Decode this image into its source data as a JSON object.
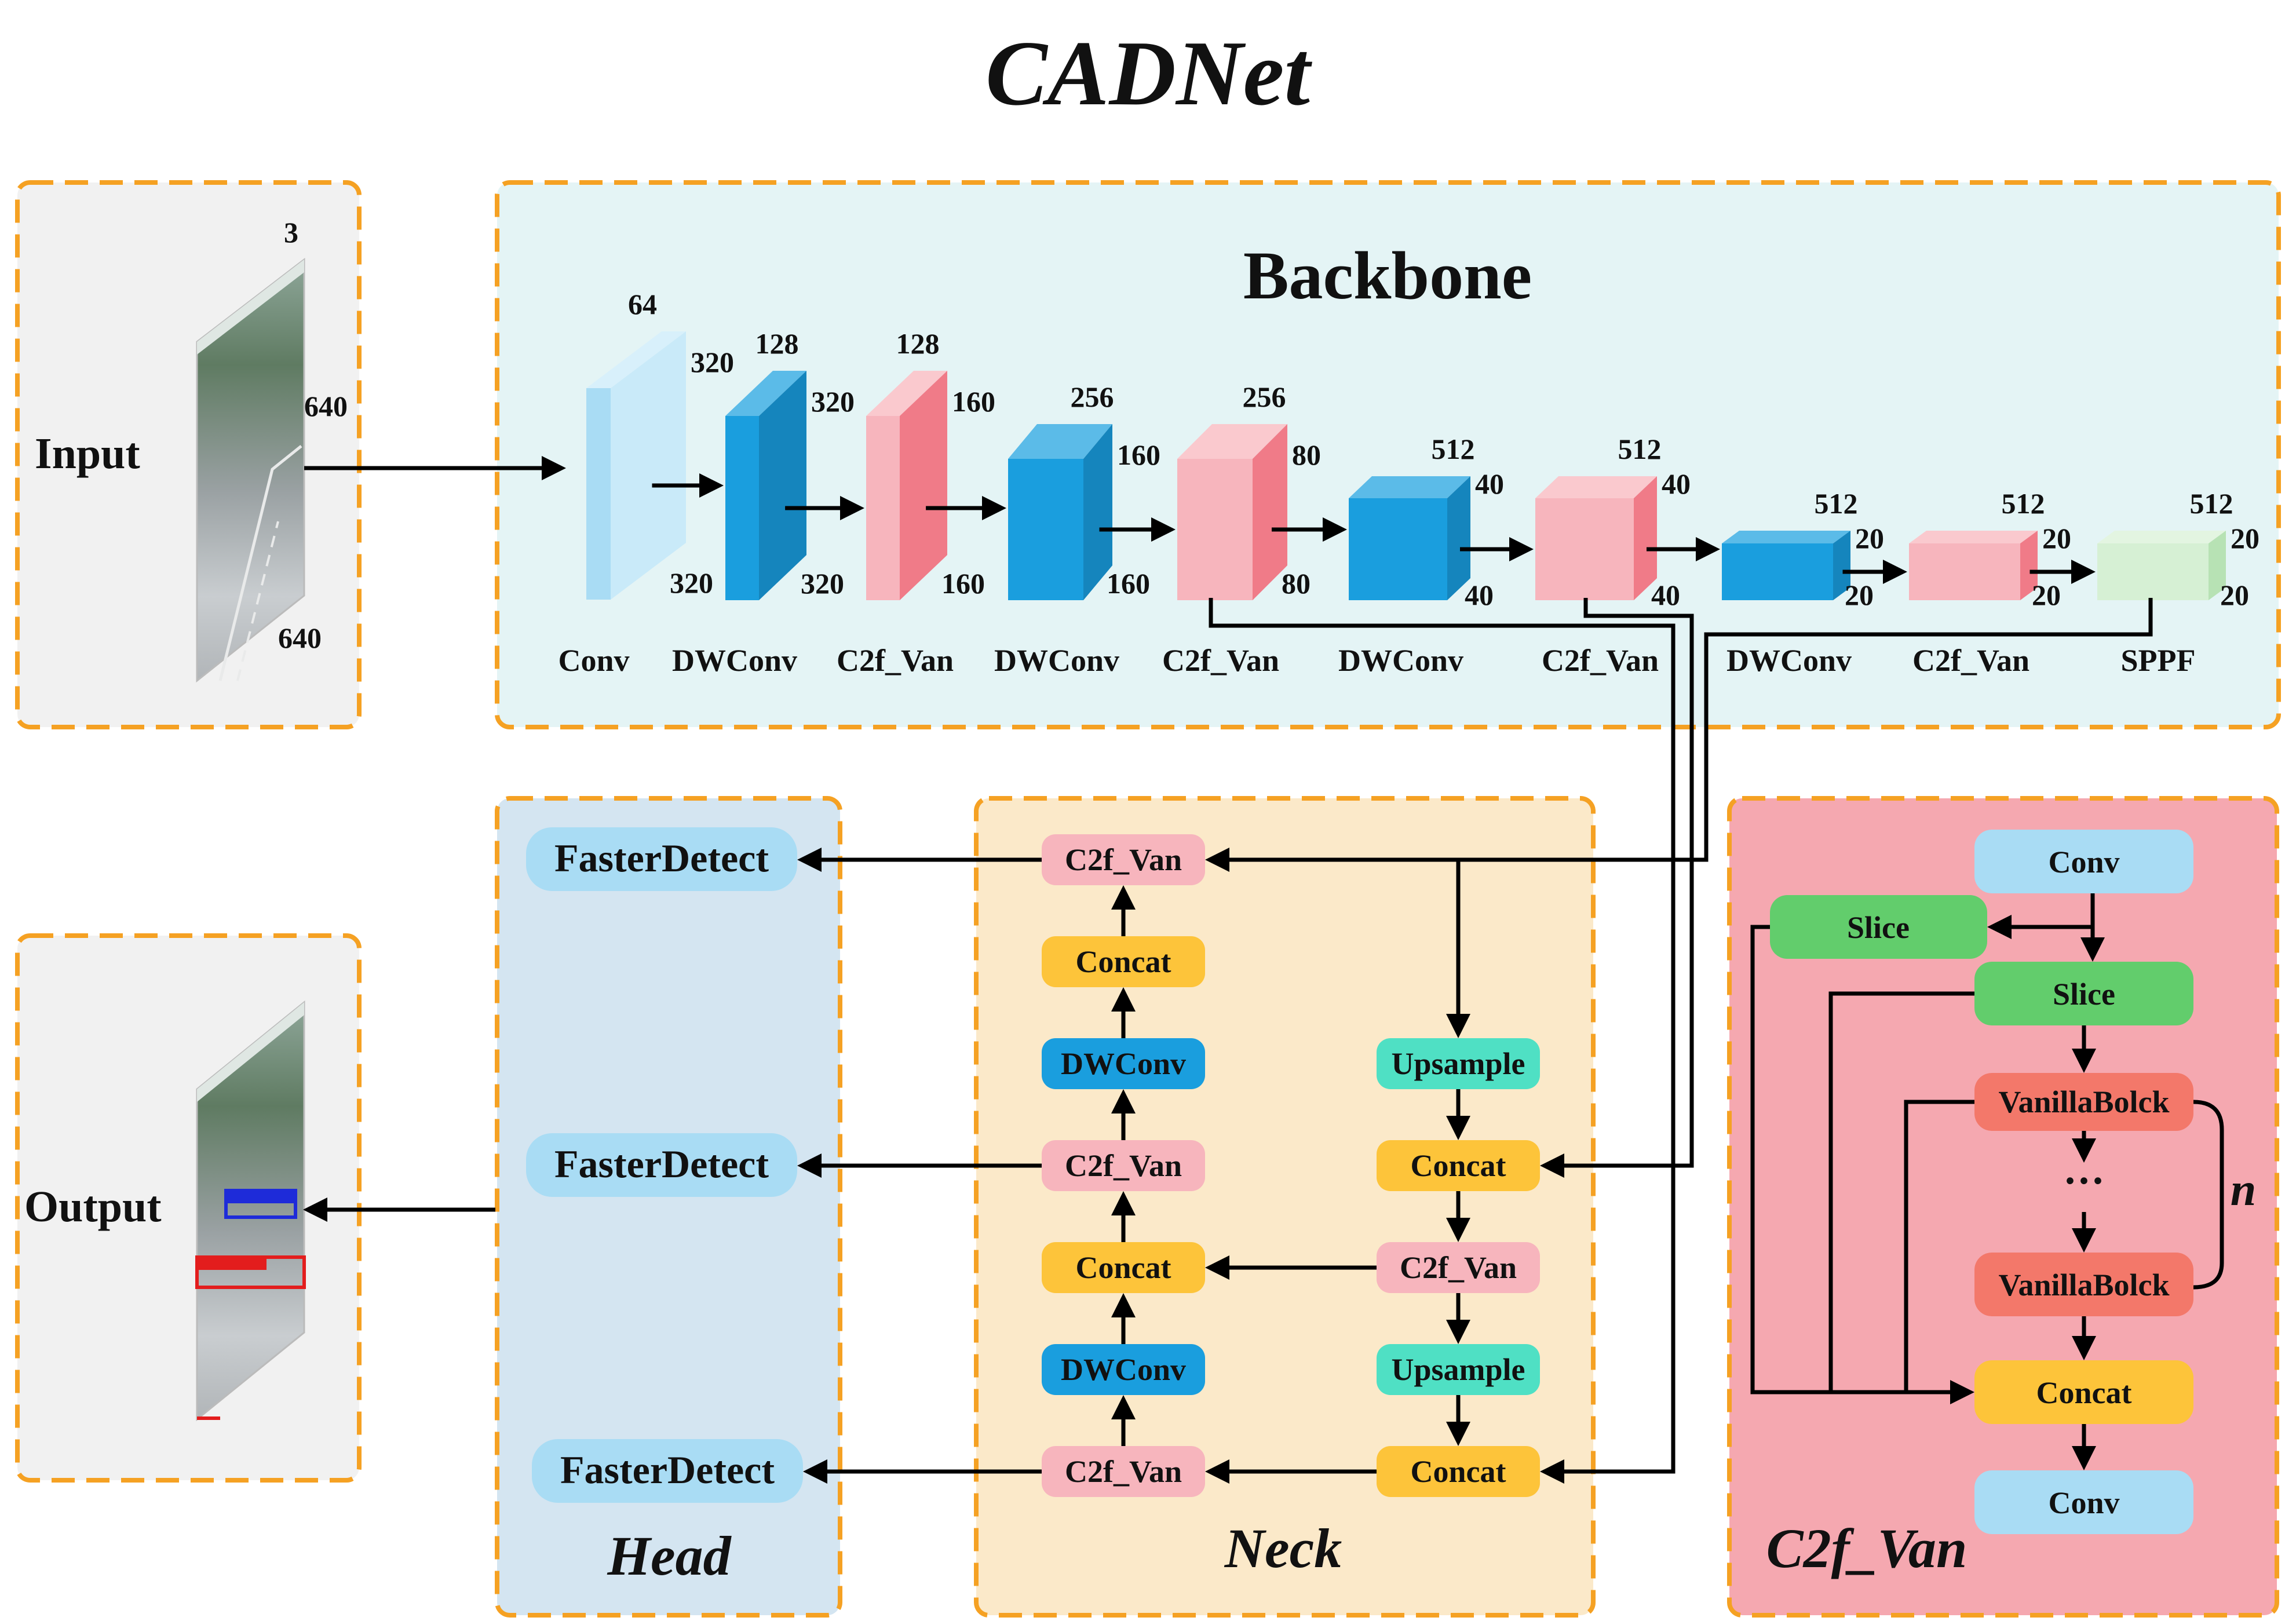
{
  "title": "CADNet",
  "colors": {
    "panel_border": "#f5a123",
    "input_bg": "#f1f1f1",
    "backbone_bg": "#e4f4f5",
    "head_bg": "#d4e5f1",
    "neck_bg": "#fbe9c9",
    "c2f_bg": "#f5a8b0",
    "conv_light_blue": "#a9dcf4",
    "dwconv_blue": "#1a9ede",
    "c2f_pink": "#f7b5bd",
    "concat_orange": "#fdc43a",
    "upsample_teal": "#4fe0c4",
    "slice_green": "#62cd6c",
    "vanilla_red": "#f3786a",
    "sppf_green": "#d6f0d4"
  },
  "input": {
    "title": "Input",
    "dims": [
      "3",
      "640",
      "640"
    ]
  },
  "output": {
    "title": "Output"
  },
  "backbone": {
    "title": "Backbone",
    "blocks": [
      {
        "label": "Conv",
        "channels": "64",
        "size_a": "320",
        "size_b": "320"
      },
      {
        "label": "DWConv",
        "channels": "128",
        "size_a": "320",
        "size_b": "320"
      },
      {
        "label": "C2f_Van",
        "channels": "128",
        "size_a": "160",
        "size_b": "160"
      },
      {
        "label": "DWConv",
        "channels": "256",
        "size_a": "160",
        "size_b": "160"
      },
      {
        "label": "C2f_Van",
        "channels": "256",
        "size_a": "80",
        "size_b": "80"
      },
      {
        "label": "DWConv",
        "channels": "512",
        "size_a": "40",
        "size_b": "40"
      },
      {
        "label": "C2f_Van",
        "channels": "512",
        "size_a": "40",
        "size_b": "40"
      },
      {
        "label": "DWConv",
        "channels": "512",
        "size_a": "20",
        "size_b": "20"
      },
      {
        "label": "C2f_Van",
        "channels": "512",
        "size_a": "20",
        "size_b": "20"
      },
      {
        "label": "SPPF",
        "channels": "512",
        "size_a": "20",
        "size_b": "20"
      }
    ]
  },
  "head": {
    "title": "Head",
    "detectors": [
      "FasterDetect",
      "FasterDetect",
      "FasterDetect"
    ]
  },
  "neck": {
    "title": "Neck",
    "left_column": [
      "C2f_Van",
      "Concat",
      "DWConv",
      "C2f_Van",
      "Concat",
      "DWConv",
      "C2f_Van"
    ],
    "right_column": [
      "Upsample",
      "Concat",
      "C2f_Van",
      "Upsample",
      "Concat"
    ]
  },
  "c2f_van": {
    "title": "C2f_Van",
    "conv_top": "Conv",
    "slice_left": "Slice",
    "slice_right": "Slice",
    "vanilla_top": "VanillaBolck",
    "ellipsis": "···",
    "vanilla_bottom": "VanillaBolck",
    "repeat": "n",
    "concat": "Concat",
    "conv_bottom": "Conv"
  }
}
